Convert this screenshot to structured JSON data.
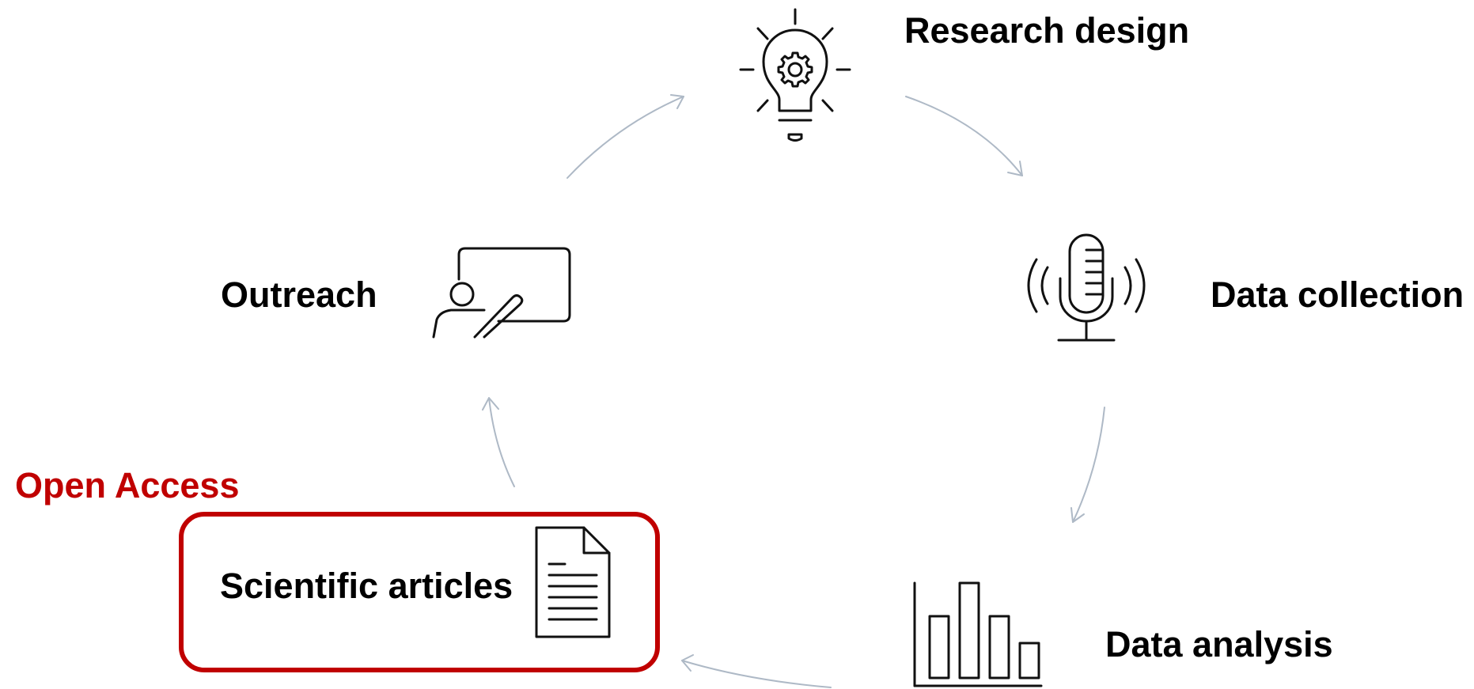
{
  "steps": {
    "research_design": "Research design",
    "data_collection": "Data collection",
    "data_analysis": "Data analysis",
    "scientific_articles": "Scientific articles",
    "outreach": "Outreach"
  },
  "highlight": {
    "label": "Open Access",
    "color": "#c00000"
  },
  "colors": {
    "arrow": "#aeb9c6",
    "icon": "#111111",
    "text": "#000000"
  },
  "icons": [
    "lightbulb-gear-icon",
    "microphone-icon",
    "bar-chart-icon",
    "document-icon",
    "presentation-icon"
  ]
}
